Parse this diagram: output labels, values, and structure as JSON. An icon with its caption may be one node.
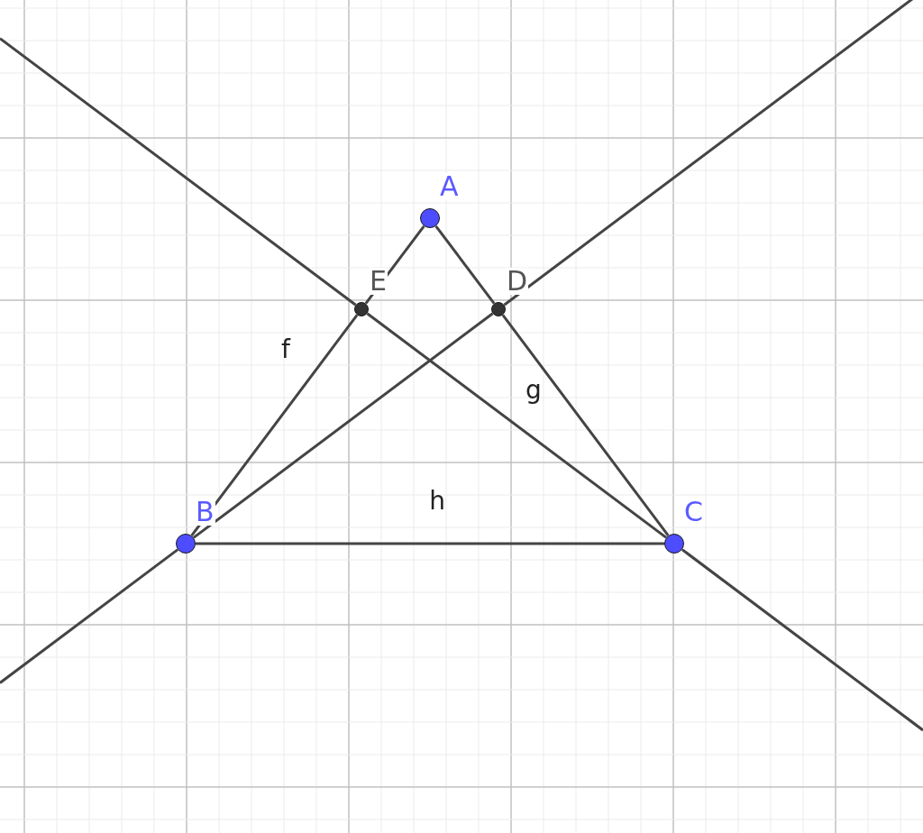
{
  "diagram": {
    "nodes": [
      {
        "text": [
          "A"
        ]
      },
      {
        "text": [
          "B"
        ]
      },
      {
        "text": [
          "C"
        ]
      },
      {
        "text": [
          "D"
        ]
      },
      {
        "text": [
          "E"
        ]
      }
    ],
    "edges": [
      {
        "from": 0,
        "to": 4,
        "arrow": "none"
      },
      {
        "from": 4,
        "to": 1,
        "arrow": "none",
        "label": "f"
      },
      {
        "from": 0,
        "to": 3,
        "arrow": "none"
      },
      {
        "from": 3,
        "to": 2,
        "arrow": "none",
        "label": "g"
      },
      {
        "from": 1,
        "to": 2,
        "arrow": "none",
        "label": "h"
      },
      {
        "from": null,
        "to": 4,
        "arrow": "none"
      },
      {
        "from": 4,
        "to": 2,
        "arrow": "none"
      },
      {
        "from": 2,
        "to": null,
        "arrow": "none"
      },
      {
        "from": null,
        "to": 1,
        "arrow": "none"
      },
      {
        "from": 1,
        "to": 3,
        "arrow": "none"
      },
      {
        "from": 3,
        "to": null,
        "arrow": "none"
      }
    ]
  }
}
